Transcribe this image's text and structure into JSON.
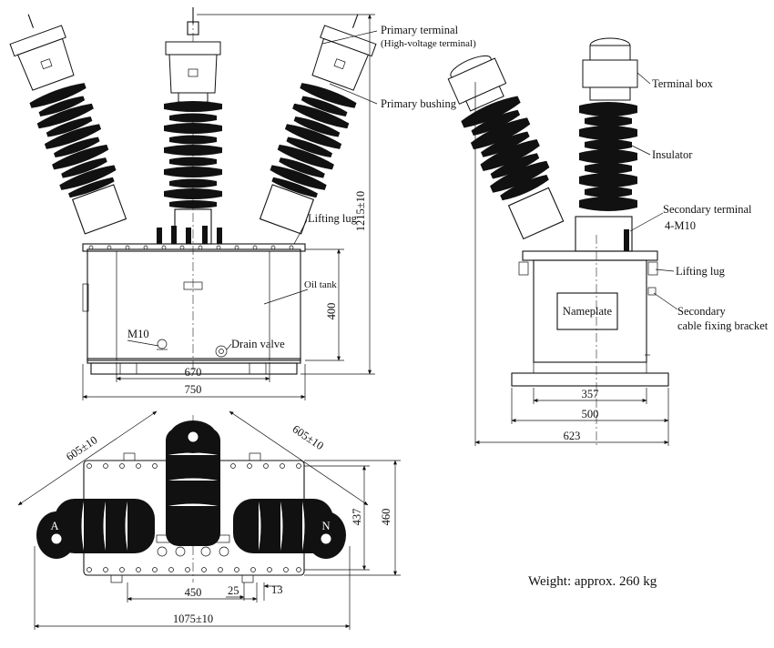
{
  "labels": {
    "primary_terminal": "Primary terminal",
    "primary_terminal_sub": "(High-voltage terminal)",
    "primary_bushing": "Primary bushing",
    "lifting_lug_front": "Lifting lug",
    "oil_tank": "Oil tank",
    "m10": "M10",
    "drain_valve": "Drain valve",
    "terminal_box": "Terminal box",
    "insulator": "Insulator",
    "secondary_terminal": "Secondary terminal",
    "secondary_terminal_sub": "4-M10",
    "lifting_lug_side": "Lifting lug",
    "secondary_bracket_1": "Secondary",
    "secondary_bracket_2": "cable fixing bracket",
    "nameplate": "Nameplate",
    "phase_a": "A",
    "phase_n": "N"
  },
  "dimensions": {
    "front_width_inner": "670",
    "front_width_outer": "750",
    "front_height_total": "1215±10",
    "front_tank_height": "400",
    "side_width_inner": "357",
    "side_width_mid": "500",
    "side_width_outer": "623",
    "top_diag_left": "605±10",
    "top_diag_right": "605±10",
    "top_depth_inner": "437",
    "top_depth_outer": "460",
    "top_span_inner": "450",
    "top_small_25": "25",
    "top_small_13": "13",
    "top_span_outer": "1075±10"
  },
  "weight_note": "Weight: approx. 260 kg"
}
